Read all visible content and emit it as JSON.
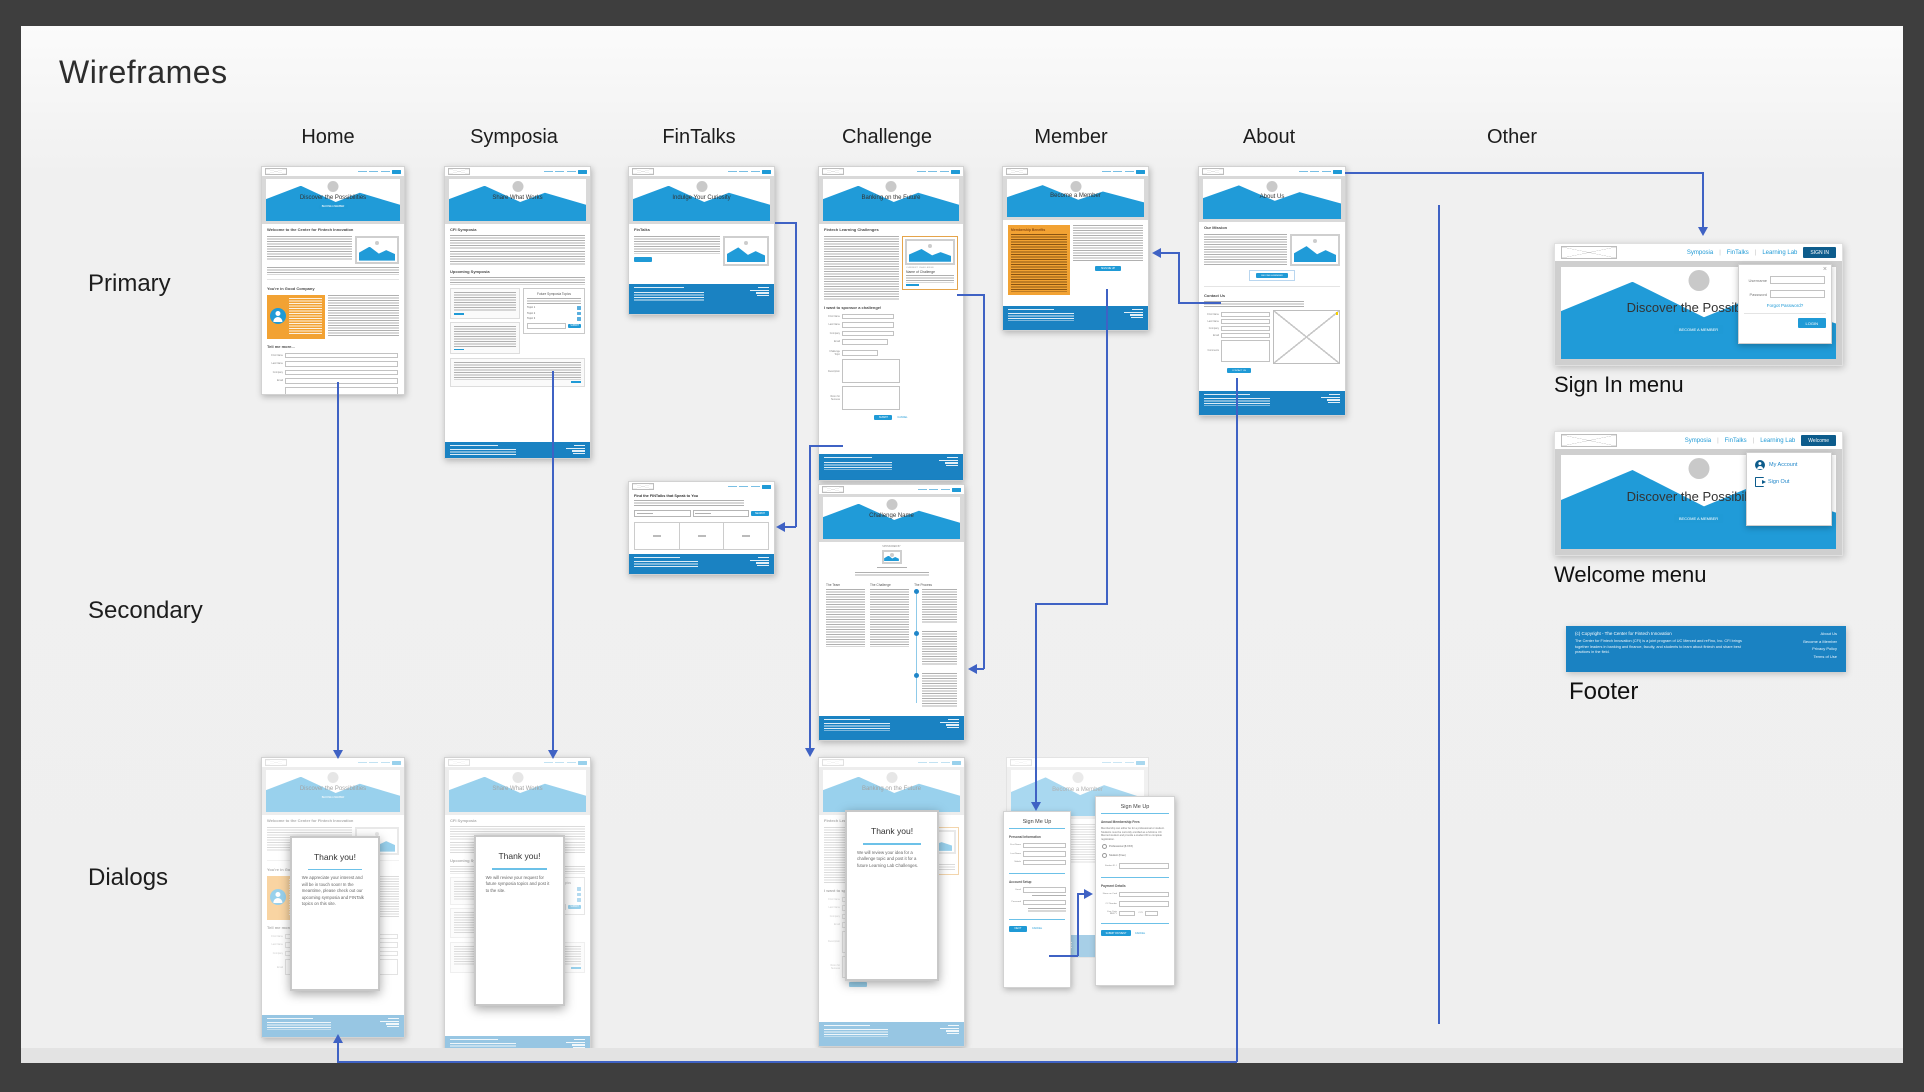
{
  "title": "Wireframes",
  "columns": [
    "Home",
    "Symposia",
    "FinTalks",
    "Challenge",
    "Member",
    "About",
    "Other"
  ],
  "rows": [
    "Primary",
    "Secondary",
    "Dialogs"
  ],
  "nav": {
    "items": [
      "Symposia",
      "FinTalks",
      "Learning Lab"
    ],
    "separator": "|",
    "sign_in_label": "SIGN IN",
    "welcome_label": "Welcome"
  },
  "wf": {
    "home_primary": {
      "hero_title": "Discover the Possibilities",
      "hero_cta": "BECOME A MEMBER",
      "welcome_heading": "Welcome to the Center for Fintech Innovation",
      "company_heading": "You're in Good Company",
      "testimonial": "Don't start your transformation without joining this network. I wish I had a network like this to bounce ideas off of before I started down our digital journey.",
      "form_heading": "Tell me more...",
      "form_labels": [
        "First Name",
        "Last Name",
        "Company",
        "Email",
        "Tell Us More"
      ]
    },
    "symposia_primary": {
      "hero_title": "Share What Works",
      "s1": "CFI Symposia",
      "s2": "Upcoming Symposia",
      "panel_title": "Future Symposia Topics",
      "topics": [
        "Topic 1",
        "Topic 2",
        "Topic 3"
      ],
      "panel_cta": "SUBMIT"
    },
    "fintalks_primary": {
      "hero_title": "Indulge Your Curiosity",
      "s1": "FinTalks"
    },
    "challenge_primary": {
      "hero_title": "Banking on the Future",
      "s1": "Fintech Learning Challenges",
      "card_tag": "CURRENT CHALLENGE",
      "card_title": "Name of Challenge",
      "s2": "I want to sponsor a challenge!",
      "form_labels": [
        "First Name",
        "Last Name",
        "Company",
        "Email",
        "Challenge Topic",
        "Description",
        "Vision for Success"
      ],
      "submit": "SUBMIT",
      "cancel": "CANCEL"
    },
    "member_primary": {
      "hero_title": "Become a Member",
      "benefits_heading": "Membership Benefits",
      "cta": "SIGN ME UP"
    },
    "about_primary": {
      "hero_title": "About Us",
      "s1": "Our Mission",
      "mission_cta": "BECOME A MEMBER",
      "s2": "Contact Us",
      "form_labels": [
        "First Name",
        "Last Name",
        "Company",
        "Email",
        "Comments"
      ],
      "contact_cta": "CONTACT US"
    },
    "fintalks_secondary": {
      "title": "Find the FINTalks that Speak to You",
      "search_cta": "SEARCH"
    },
    "challenge_secondary": {
      "hero_title": "Challenge Name",
      "sponsored_tag": "SPONSORED BY",
      "columns": [
        "The Team",
        "The Challenge",
        "The Process"
      ]
    },
    "home_dialog": {
      "title": "Thank you!",
      "body": "We appreciate your interest and will be in touch soon! In the meantime, please check out our upcoming symposia and FINTalk topics on this site."
    },
    "symposia_dialog": {
      "title": "Thank you!",
      "body": "We will review your request for future symposia topics and post it to the site."
    },
    "challenge_dialog": {
      "title": "Thank you!",
      "body": "We will review your idea for a challenge topic and post it for a future Learning Lab Challenges."
    },
    "member_dialog_signup": {
      "title": "Sign Me Up",
      "s1": "Personal Information",
      "fields1": [
        "First Name",
        "Last Name",
        "Mobile"
      ],
      "s2": "Account Setup",
      "fields2": [
        "Email",
        "Password"
      ],
      "next": "NEXT",
      "cancel": "CANCEL"
    },
    "member_dialog_payment": {
      "title": "Sign Me Up",
      "s1": "Annual Membership Fees",
      "body": "Membership can either be for a professional or student. Students must be currently enrolled as a full-time UC Merced student and provide a student ID to complete registration.",
      "options": [
        "Professional ($ XXX)",
        "Student (Free)"
      ],
      "student_id_label": "Student ID #",
      "s2": "Payment Details",
      "fields": [
        "Name on Card",
        "CC Number",
        "Exp. Date MM/YY",
        "CCV"
      ],
      "submit": "SUBMIT PAYMENT",
      "cancel": "CANCEL"
    },
    "signin_menu": {
      "caption": "Sign In menu",
      "hero_title": "Discover the Possibilities",
      "hero_cta": "BECOME A MEMBER",
      "close": "×",
      "username_label": "Username",
      "password_label": "Password",
      "forgot": "Forgot Password?",
      "login": "LOGIN"
    },
    "welcome_menu": {
      "caption": "Welcome menu",
      "hero_title": "Discover the Possibilities",
      "hero_cta": "BECOME A MEMBER",
      "items": [
        "My Account",
        "Sign Out"
      ]
    },
    "footer": {
      "caption": "Footer",
      "copyright": "(c) Copyright - The Center for Fintech Innovation",
      "body": "The Center for Fintech Innovation (CFI) is a joint program of UC Merced and reFino, Inc. CFI brings together leaders in banking and finance, faculty, and students to learn about fintech and share best practices in the field.",
      "links": [
        "About Us",
        "Become a Member",
        "Privacy Policy",
        "Terms of Use"
      ]
    }
  },
  "colors": {
    "accent_blue": "#1f9ad6",
    "footer_blue": "#1a82c2",
    "navy": "#0d5c8c",
    "orange": "#f2a233",
    "connector_blue": "#3f62c4",
    "canvas": "#efefef",
    "frame": "#3e3e3e"
  }
}
